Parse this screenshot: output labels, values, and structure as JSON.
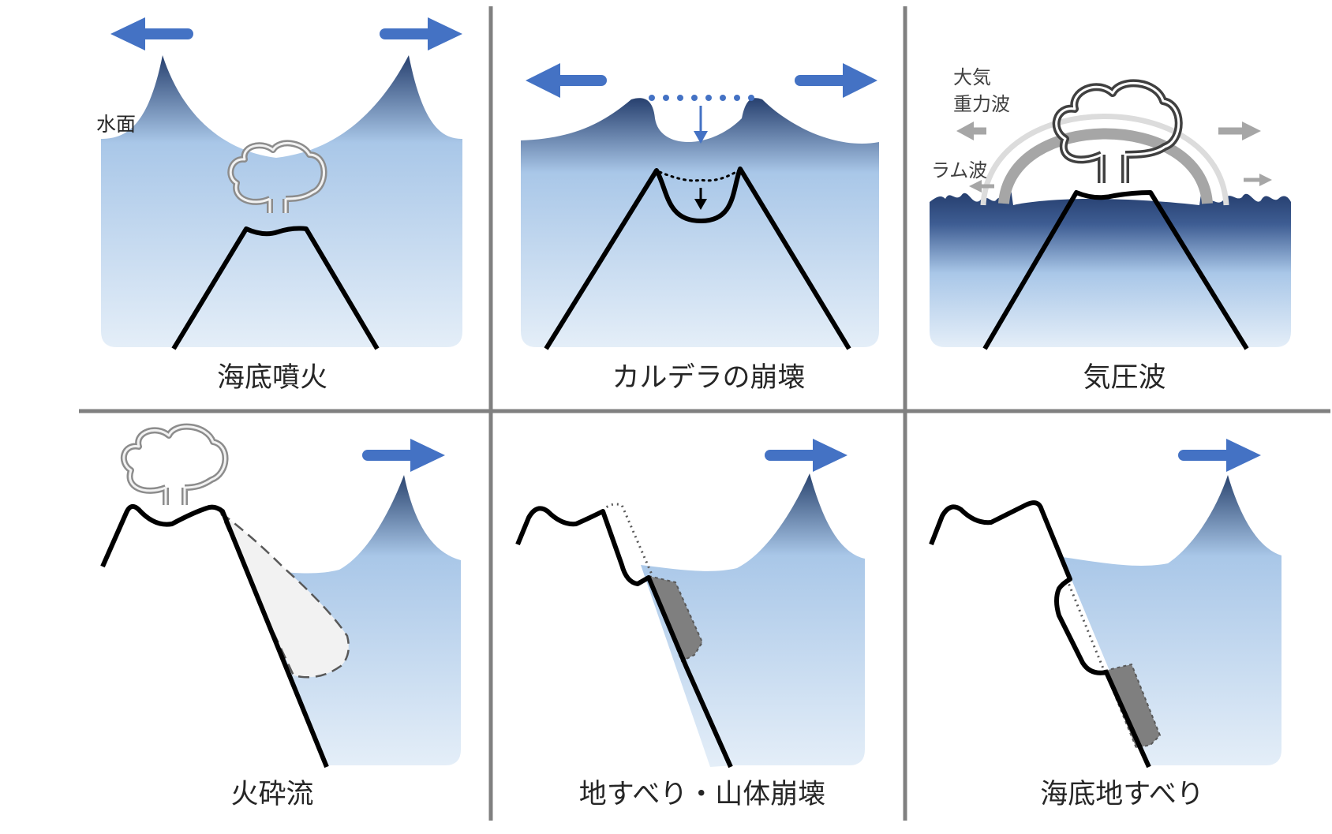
{
  "panels": [
    {
      "id": "submarine-eruption",
      "caption": "海底噴火"
    },
    {
      "id": "caldera-collapse",
      "caption": "カルデラの崩壊"
    },
    {
      "id": "pressure-wave",
      "caption": "気圧波"
    },
    {
      "id": "pyroclastic-flow",
      "caption": "火砕流"
    },
    {
      "id": "landslide",
      "caption": "地すべり・山体崩壊"
    },
    {
      "id": "submarine-landslide",
      "caption": "海底地すべり"
    }
  ],
  "labels": {
    "water_surface": "水面",
    "atmos_line1": "大気",
    "atmos_line2": "重力波",
    "lamb_wave": "ラム波"
  },
  "colors": {
    "arrow_blue": "#4472C4",
    "water_dark": "#27406F",
    "water_mid": "#A9C7E8",
    "water_light": "#E4EEF8",
    "divider": "#808080",
    "outline": "#000000"
  }
}
